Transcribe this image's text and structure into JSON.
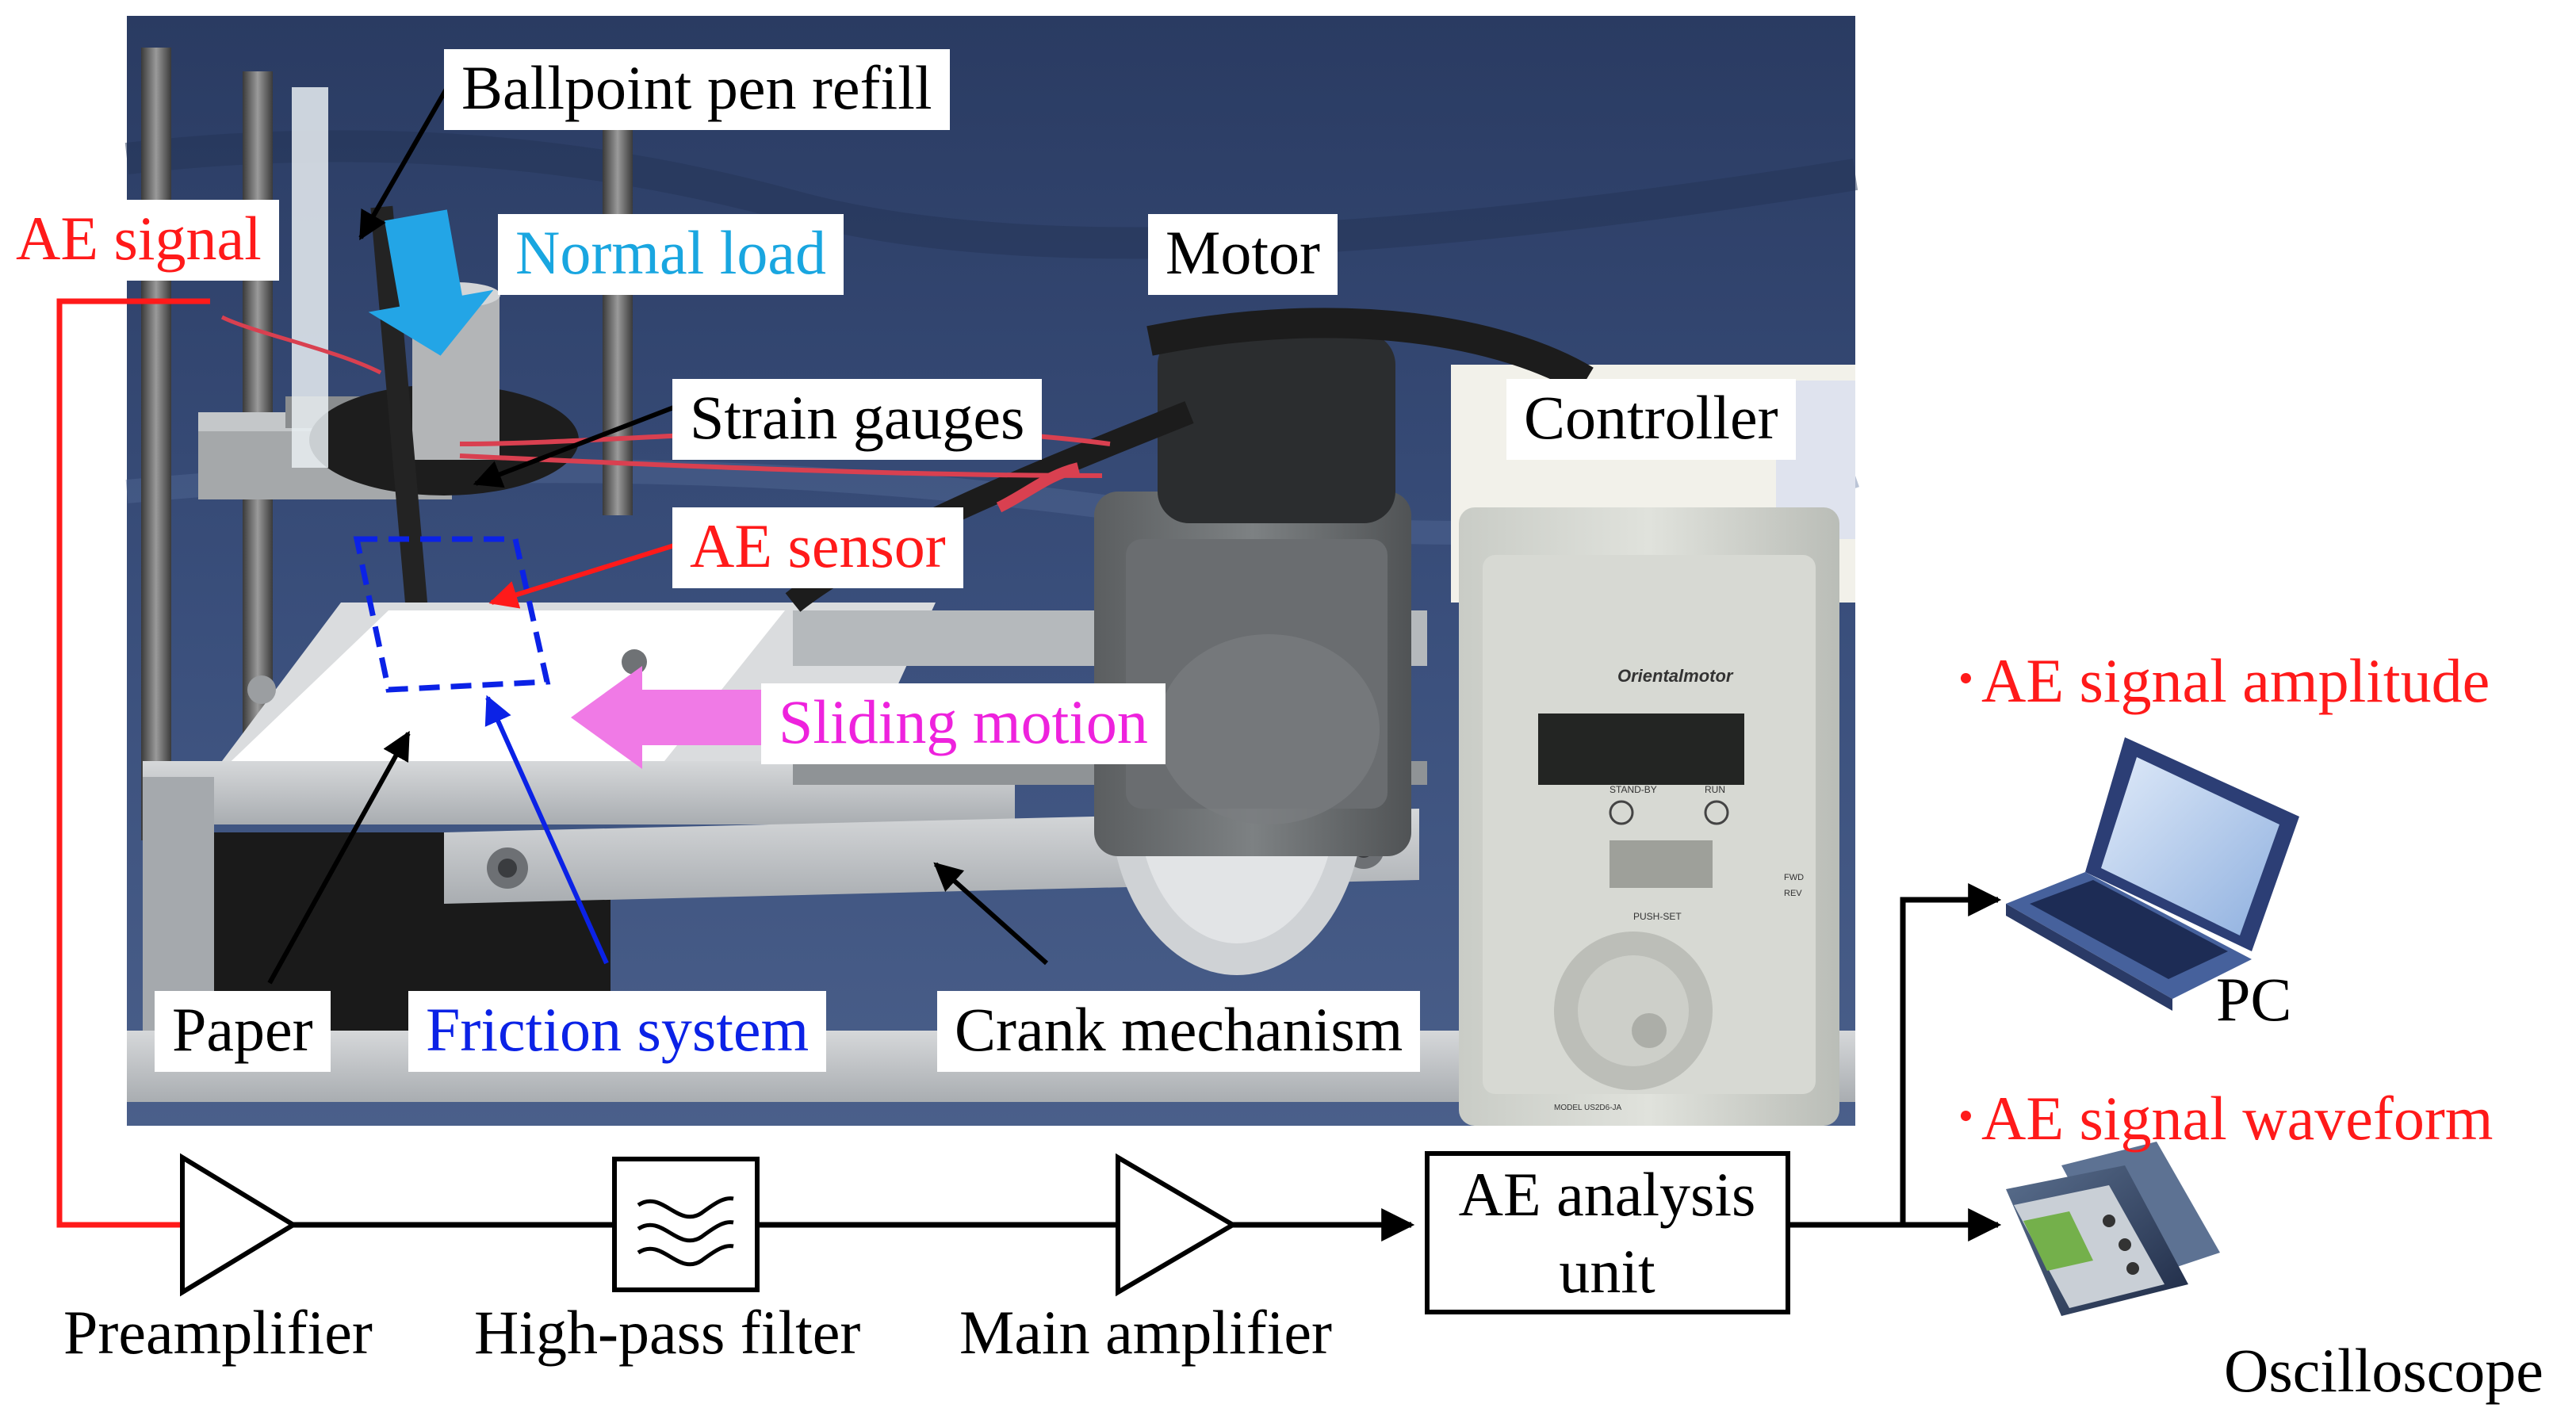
{
  "labels": {
    "ballpoint": "Ballpoint pen refill",
    "ae_signal": "AE signal",
    "normal_load": "Normal load",
    "motor": "Motor",
    "strain_gauges": "Strain gauges",
    "controller": "Controller",
    "ae_sensor": "AE sensor",
    "sliding_motion": "Sliding motion",
    "paper": "Paper",
    "friction_system": "Friction system",
    "crank_mechanism": "Crank mechanism"
  },
  "chain": {
    "preamplifier": "Preamplifier",
    "high_pass_filter": "High-pass filter",
    "main_amplifier": "Main amplifier",
    "analysis_unit_line1": "AE analysis",
    "analysis_unit_line2": "unit",
    "pc": "PC",
    "oscilloscope": "Oscilloscope",
    "out_amplitude": "･AE signal amplitude",
    "out_waveform": "･AE signal waveform"
  },
  "device_text": {
    "brand": "Orientalmotor",
    "standby": "STAND-BY",
    "run": "RUN",
    "push_set": "PUSH-SET",
    "fwd": "FWD",
    "rev": "REV",
    "model": "MODEL US2D6-JA"
  },
  "colors": {
    "label_red": "#ff1a1a",
    "label_cyan": "#19a6e0",
    "label_blue": "#0b22e6",
    "label_magenta": "#ee22dd",
    "wire_red": "#ff1a1a"
  }
}
